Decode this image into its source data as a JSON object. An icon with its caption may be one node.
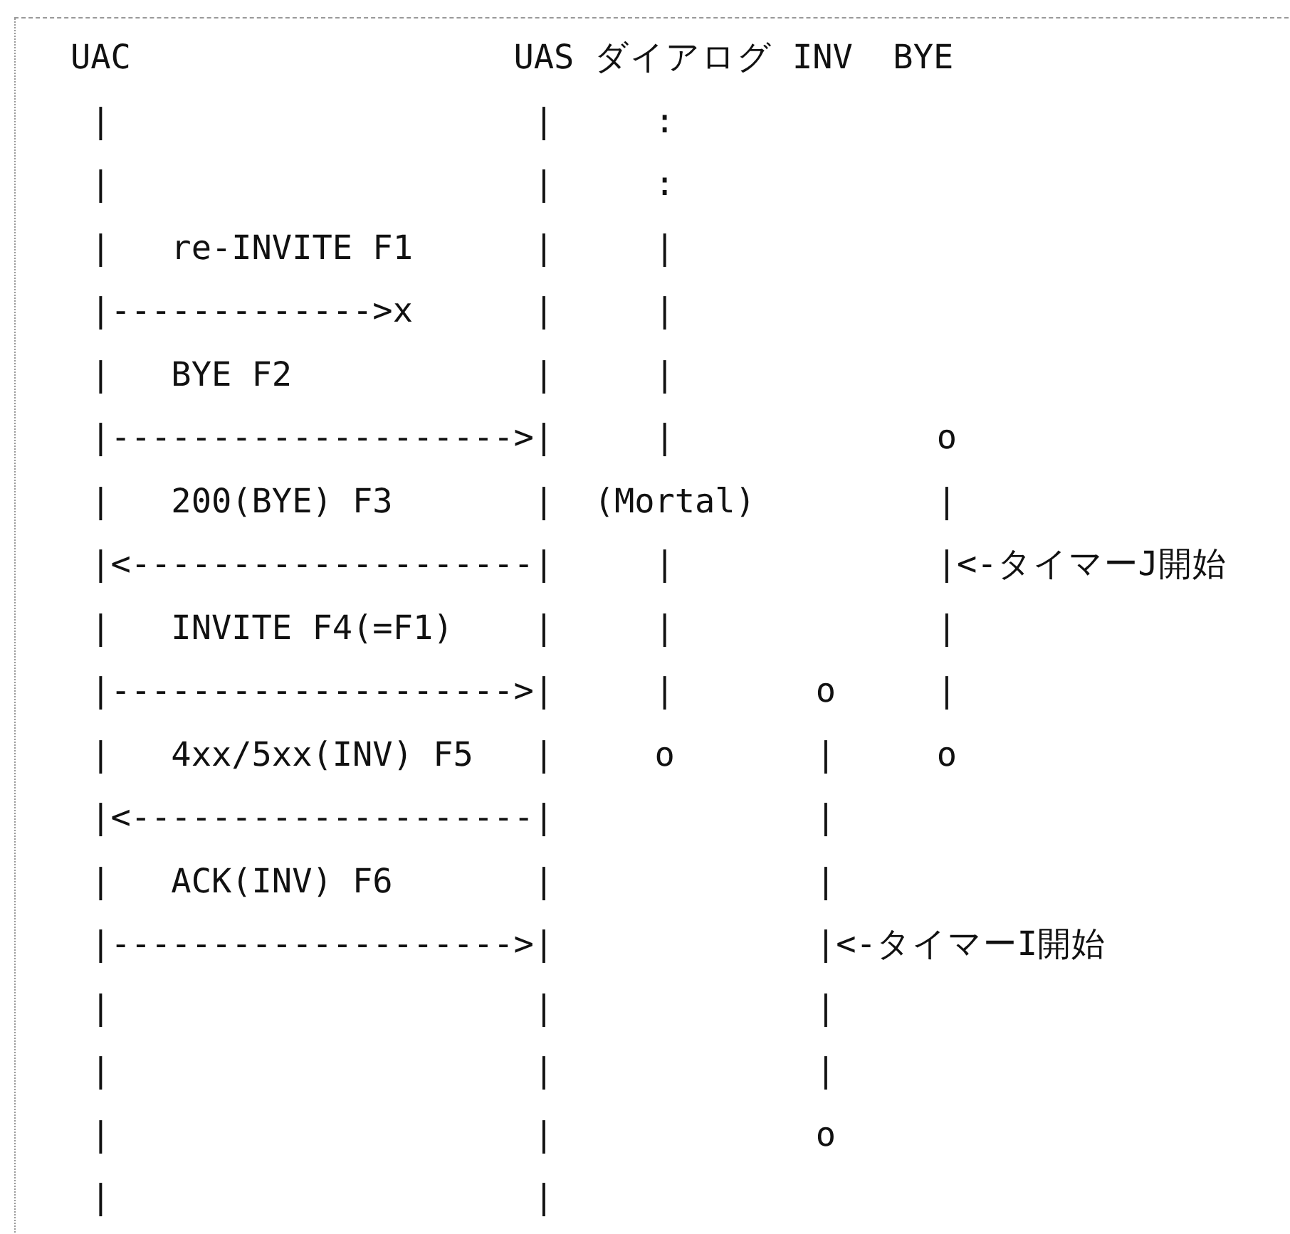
{
  "diagram": {
    "labels": [
      "   UAC                   UAS ダイアログ INV  BYE",
      "    |                     |     :",
      "    |                     |     :",
      "    |   re-INVITE F1      |     |",
      "    |------------->x      |     |",
      "    |   BYE F2            |     |",
      "    |-------------------->|     |             o",
      "    |   200(BYE) F3       |  (Mortal)         |",
      "    |<--------------------|     |             |<-タイマーJ開始",
      "    |   INVITE F4(=F1)    |     |             |",
      "    |-------------------->|     |       o     |",
      "    |   4xx/5xx(INV) F5   |     o       |     o",
      "    |<--------------------|             |",
      "    |   ACK(INV) F6       |             |",
      "    |-------------------->|             |<-タイマーI開始",
      "    |                     |             |",
      "    |                     |             |",
      "    |                     |             o",
      "    |                     |"
    ]
  }
}
